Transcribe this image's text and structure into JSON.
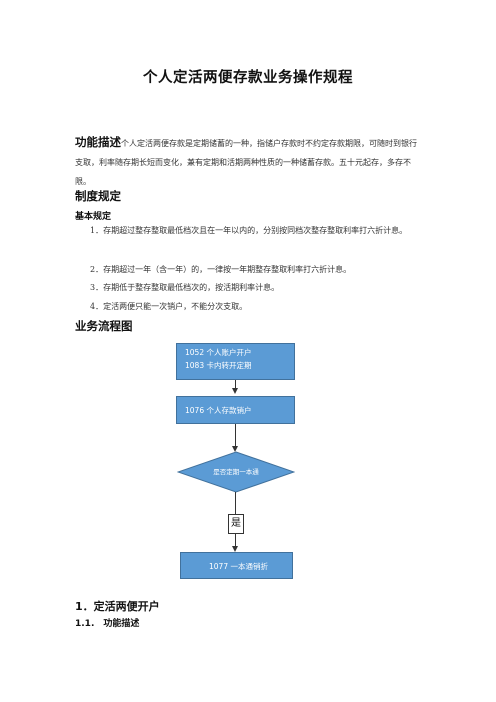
{
  "title": "个人定活两便存款业务操作规程",
  "function_desc": {
    "heading": "功能描述",
    "text": "个人定活两便存款是定期储蓄的一种，指储户存款时不约定存款期限，可随时到银行支取，利率随存期长短而变化，兼有定期和活期两种性质的一种储蓄存款。五十元起存，多存不限。"
  },
  "system_rules": {
    "heading": "制度规定",
    "sub_heading": "基本规定",
    "items": [
      "1．存期超过整存整取最低档次且在一年以内的，分别按同档次整存整取利率打六折计息。",
      "2．存期超过一年（含一年）的，一律按一年期整存整取利率打六折计息。",
      "3．存期低于整存整取最低档次的，按活期利率计息。",
      "4．定活两便只能一次销户，不能分次支取。"
    ]
  },
  "flow": {
    "heading": "业务流程图",
    "box1_line1": "1052 个人账户开户",
    "box1_line2": "1083 卡内转开定期",
    "box2": "1076 个人存款销户",
    "decision": "是否定期一本通",
    "yes": "是",
    "box3": "1077 一本通销折"
  },
  "section1": {
    "heading": "1．定活两便开户",
    "sub": "1.1.　功能描述"
  }
}
